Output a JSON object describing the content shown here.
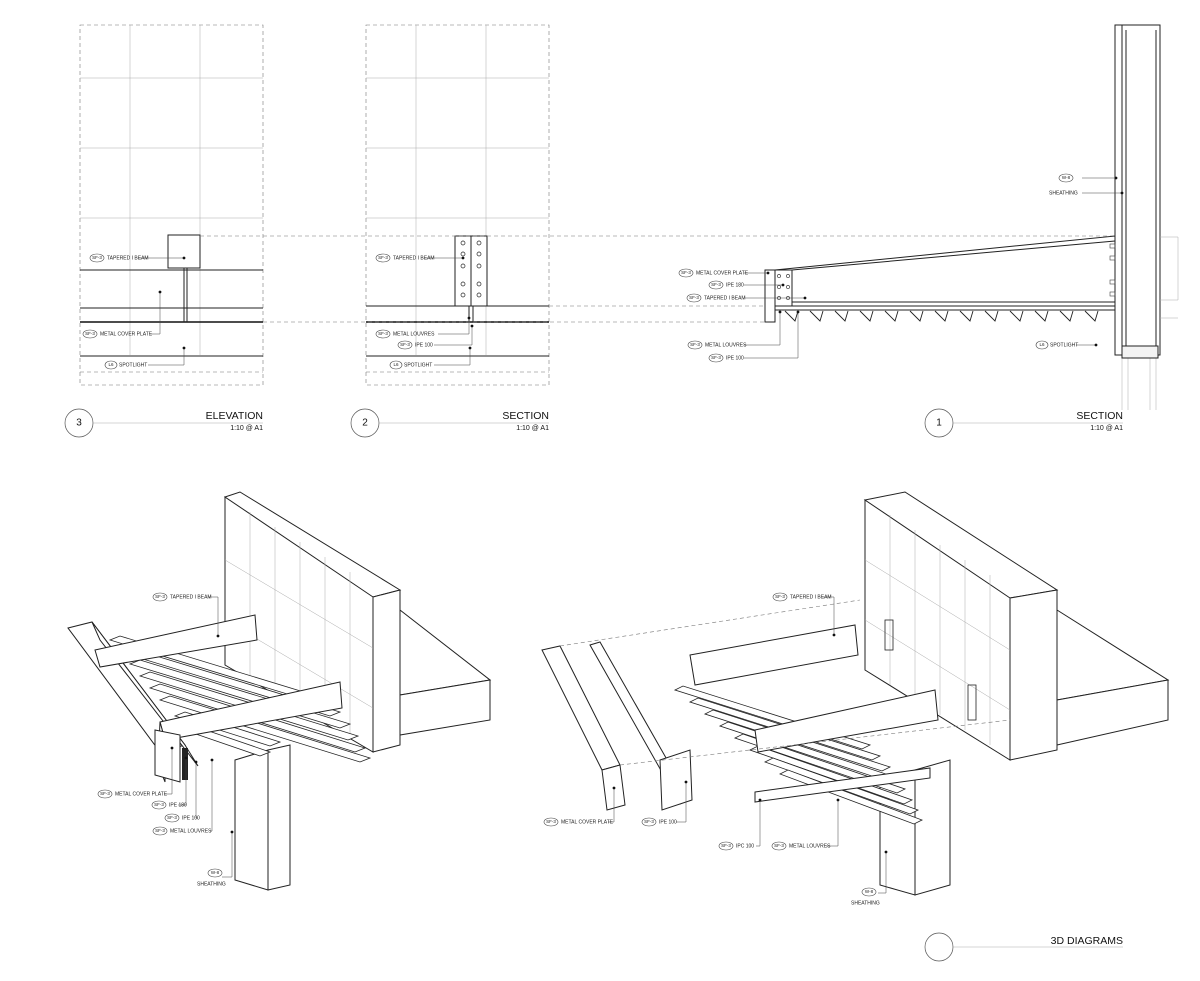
{
  "views": {
    "v3": {
      "number": "3",
      "title": "ELEVATION",
      "scale": "1:10 @ A1"
    },
    "v2": {
      "number": "2",
      "title": "SECTION",
      "scale": "1:10 @ A1"
    },
    "v1": {
      "number": "1",
      "title": "SECTION",
      "scale": "1:10 @ A1"
    },
    "v3d": {
      "number": "",
      "title": "3D DIAGRAMS",
      "scale": ""
    }
  },
  "labels": {
    "v3_tapered": {
      "tag": "SF-3",
      "text": "TAPERED I BEAM"
    },
    "v3_cover": {
      "tag": "SF-3",
      "text": "METAL COVER PLATE"
    },
    "v3_spot": {
      "tag": "L6",
      "text": "SPOTLIGHT"
    },
    "v2_tapered": {
      "tag": "SF-3",
      "text": "TAPERED I BEAM"
    },
    "v2_louvres": {
      "tag": "SF-3",
      "text": "METAL LOUVRES"
    },
    "v2_ipe": {
      "tag": "SF-3",
      "text": "IPE 100"
    },
    "v2_spot": {
      "tag": "L6",
      "text": "SPOTLIGHT"
    },
    "v1_sheathing": {
      "tag": "W-8",
      "text": "SHEATHING"
    },
    "v1_cover": {
      "tag": "SF-3",
      "text": "METAL COVER PLATE"
    },
    "v1_ipe180": {
      "tag": "SF-3",
      "text": "IPE 180"
    },
    "v1_tapered": {
      "tag": "SF-3",
      "text": "TAPERED I BEAM"
    },
    "v1_louvres": {
      "tag": "SF-3",
      "text": "METAL LOUVRES"
    },
    "v1_ipe100": {
      "tag": "SF-3",
      "text": "IPE 100"
    },
    "v1_spot": {
      "tag": "L6",
      "text": "SPOTLIGHT"
    },
    "a_tapered": {
      "tag": "SF-3",
      "text": "TAPERED I BEAM"
    },
    "a_cover": {
      "tag": "SF-3",
      "text": "METAL COVER PLATE"
    },
    "a_ipe180": {
      "tag": "SF-3",
      "text": "IPE 180"
    },
    "a_ipe100": {
      "tag": "SF-3",
      "text": "IPE 100"
    },
    "a_louvres": {
      "tag": "SF-3",
      "text": "METAL LOUVRES"
    },
    "a_sheathing": {
      "tag": "W-8",
      "text": "SHEATHING"
    },
    "b_tapered": {
      "tag": "SF-3",
      "text": "TAPERED I BEAM"
    },
    "b_cover": {
      "tag": "SF-3",
      "text": "METAL COVER PLATE"
    },
    "b_ipe100": {
      "tag": "SF-3",
      "text": "IPE 100"
    },
    "b_ipc100": {
      "tag": "SF-3",
      "text": "IPC 100"
    },
    "b_louvres": {
      "tag": "SF-3",
      "text": "METAL LOUVRES"
    },
    "b_sheathing": {
      "tag": "W-8",
      "text": "SHEATHING"
    }
  }
}
